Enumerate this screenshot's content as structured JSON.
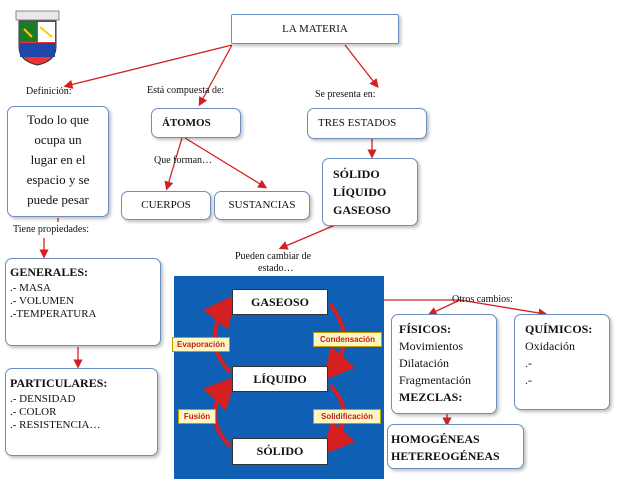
{
  "title": "LA MATERIA",
  "labels": {
    "definicion": "Definición:",
    "compuesta": "Está compuesta de:",
    "presenta": "Se presenta en:",
    "forman": "Que forman…",
    "propiedades": "Tiene propiedades:",
    "cambiar_1": "Pueden cambiar de",
    "cambiar_2": "estado…",
    "otros": "Otros cambios:"
  },
  "definition_lines": [
    "Todo lo que",
    "ocupa un",
    "lugar en el",
    "espacio y se",
    "puede pesar"
  ],
  "atomos": "ÁTOMOS",
  "tres_estados": "TRES ESTADOS",
  "estados_lines": [
    "SÓLIDO",
    "LÍQUIDO",
    "GASEOSO"
  ],
  "cuerpos": "CUERPOS",
  "sustancias": "SUSTANCIAS",
  "generales": {
    "title": "GENERALES:",
    "items": [
      ".- MASA",
      ".- VOLUMEN",
      ".-TEMPERATURA"
    ]
  },
  "particulares": {
    "title": "PARTICULARES:",
    "items": [
      ".- DENSIDAD",
      ".- COLOR",
      ".- RESISTENCIA…"
    ]
  },
  "states_diagram": {
    "gaseoso": "GASEOSO",
    "liquido": "LÍQUIDO",
    "solido": "SÓLIDO",
    "evaporacion": "Evaporación",
    "condensacion": "Condensación",
    "fusion": "Fusión",
    "solidificacion": "Solidificación"
  },
  "fisicos": {
    "title": "FÍSICOS:",
    "items": [
      "Movimientos",
      "Dilatación",
      "Fragmentación"
    ],
    "mezclas": "MEZCLAS:"
  },
  "quimicos": {
    "title": "QUÍMICOS:",
    "items": [
      "Oxidación",
      ".-",
      ".-"
    ]
  },
  "mezclas_tipos": [
    "HOMOGÉNEAS",
    "HETEREOGÉNEAS"
  ],
  "colors": {
    "arrow": "#d42020",
    "box_border": "#6b8fbf",
    "panel": "#0f5fb5",
    "label_bg": "#fff7c0"
  },
  "logo": "school-crest-icon"
}
